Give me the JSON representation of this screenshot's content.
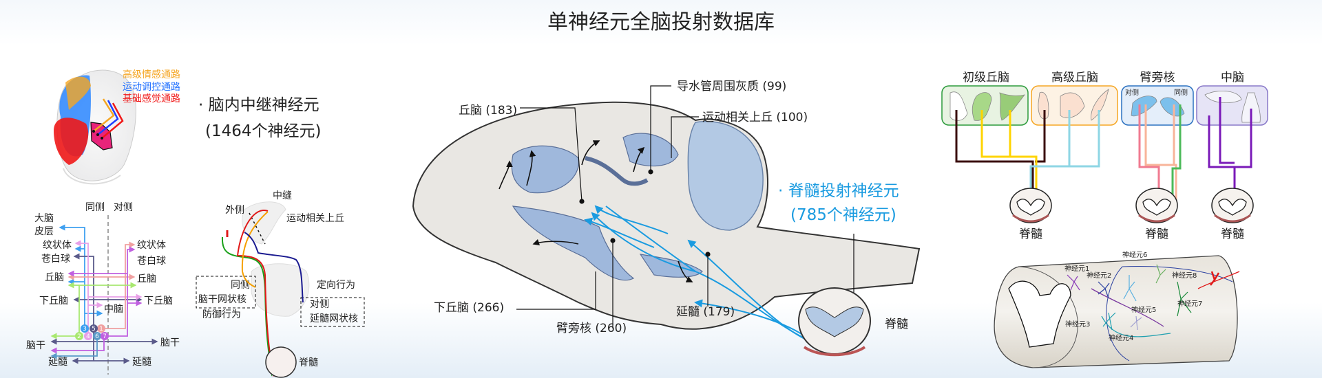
{
  "title": "单神经元全脑投射数据库",
  "colors": {
    "emotion": "#f5a623",
    "motor": "#1f6fff",
    "sensory": "#f01818",
    "spinal_highlight": "#1a9be0",
    "region_fill": "#9fb8dc"
  },
  "top_left": {
    "legend": [
      "高级情感通路",
      "运动调控通路",
      "基础感觉通路"
    ],
    "heading": "· 脑内中继神经元",
    "count": "(1464个神经元)"
  },
  "pathway_diagram": {
    "ipsi": "同侧",
    "contra": "对侧",
    "left_labels": [
      "大脑",
      "皮层",
      "纹状体",
      "苍白球",
      "丘脑",
      "下丘脑",
      "中脑",
      "脑干",
      "延髓"
    ],
    "right_labels": [
      "纹状体",
      "苍白球",
      "丘脑",
      "下丘脑",
      "脑干",
      "延髓"
    ],
    "nodes": [
      "1",
      "2",
      "3",
      "4",
      "5",
      "6",
      "7"
    ]
  },
  "colliculus_diagram": {
    "midline": "中缝",
    "lateral": "外侧",
    "sc_label": "运动相关上丘",
    "ipsi": "同侧",
    "ipsi_target": "脑干网状核",
    "ipsi_behavior": "防御行为",
    "contra_behavior": "定向行为",
    "contra": "对侧",
    "contra_target": "延髓网状核",
    "spinal": "脊髓"
  },
  "sagittal": {
    "thalamus": "丘脑 (183)",
    "pag": "导水管周围灰质 (99)",
    "sc": "运动相关上丘 (100)",
    "heading": "· 脊髓投射神经元",
    "count": "(785个神经元)",
    "hypothalamus": "下丘脑 (266)",
    "parabrachial": "臂旁核 (260)",
    "medulla": "延髓 (179)",
    "spinal": "脊髓"
  },
  "right_panel": {
    "groups": [
      {
        "title": "初级丘脑"
      },
      {
        "title": "高级丘脑"
      },
      {
        "title": "臂旁核",
        "left": "对侧",
        "right": "同侧"
      },
      {
        "title": "中脑"
      }
    ],
    "spinal_labels": [
      "脊髓",
      "脊髓",
      "脊髓"
    ],
    "neurons": [
      "神经元1",
      "神经元2",
      "神经元3",
      "神经元4",
      "神经元5",
      "神经元6",
      "神经元7",
      "神经元8"
    ]
  }
}
